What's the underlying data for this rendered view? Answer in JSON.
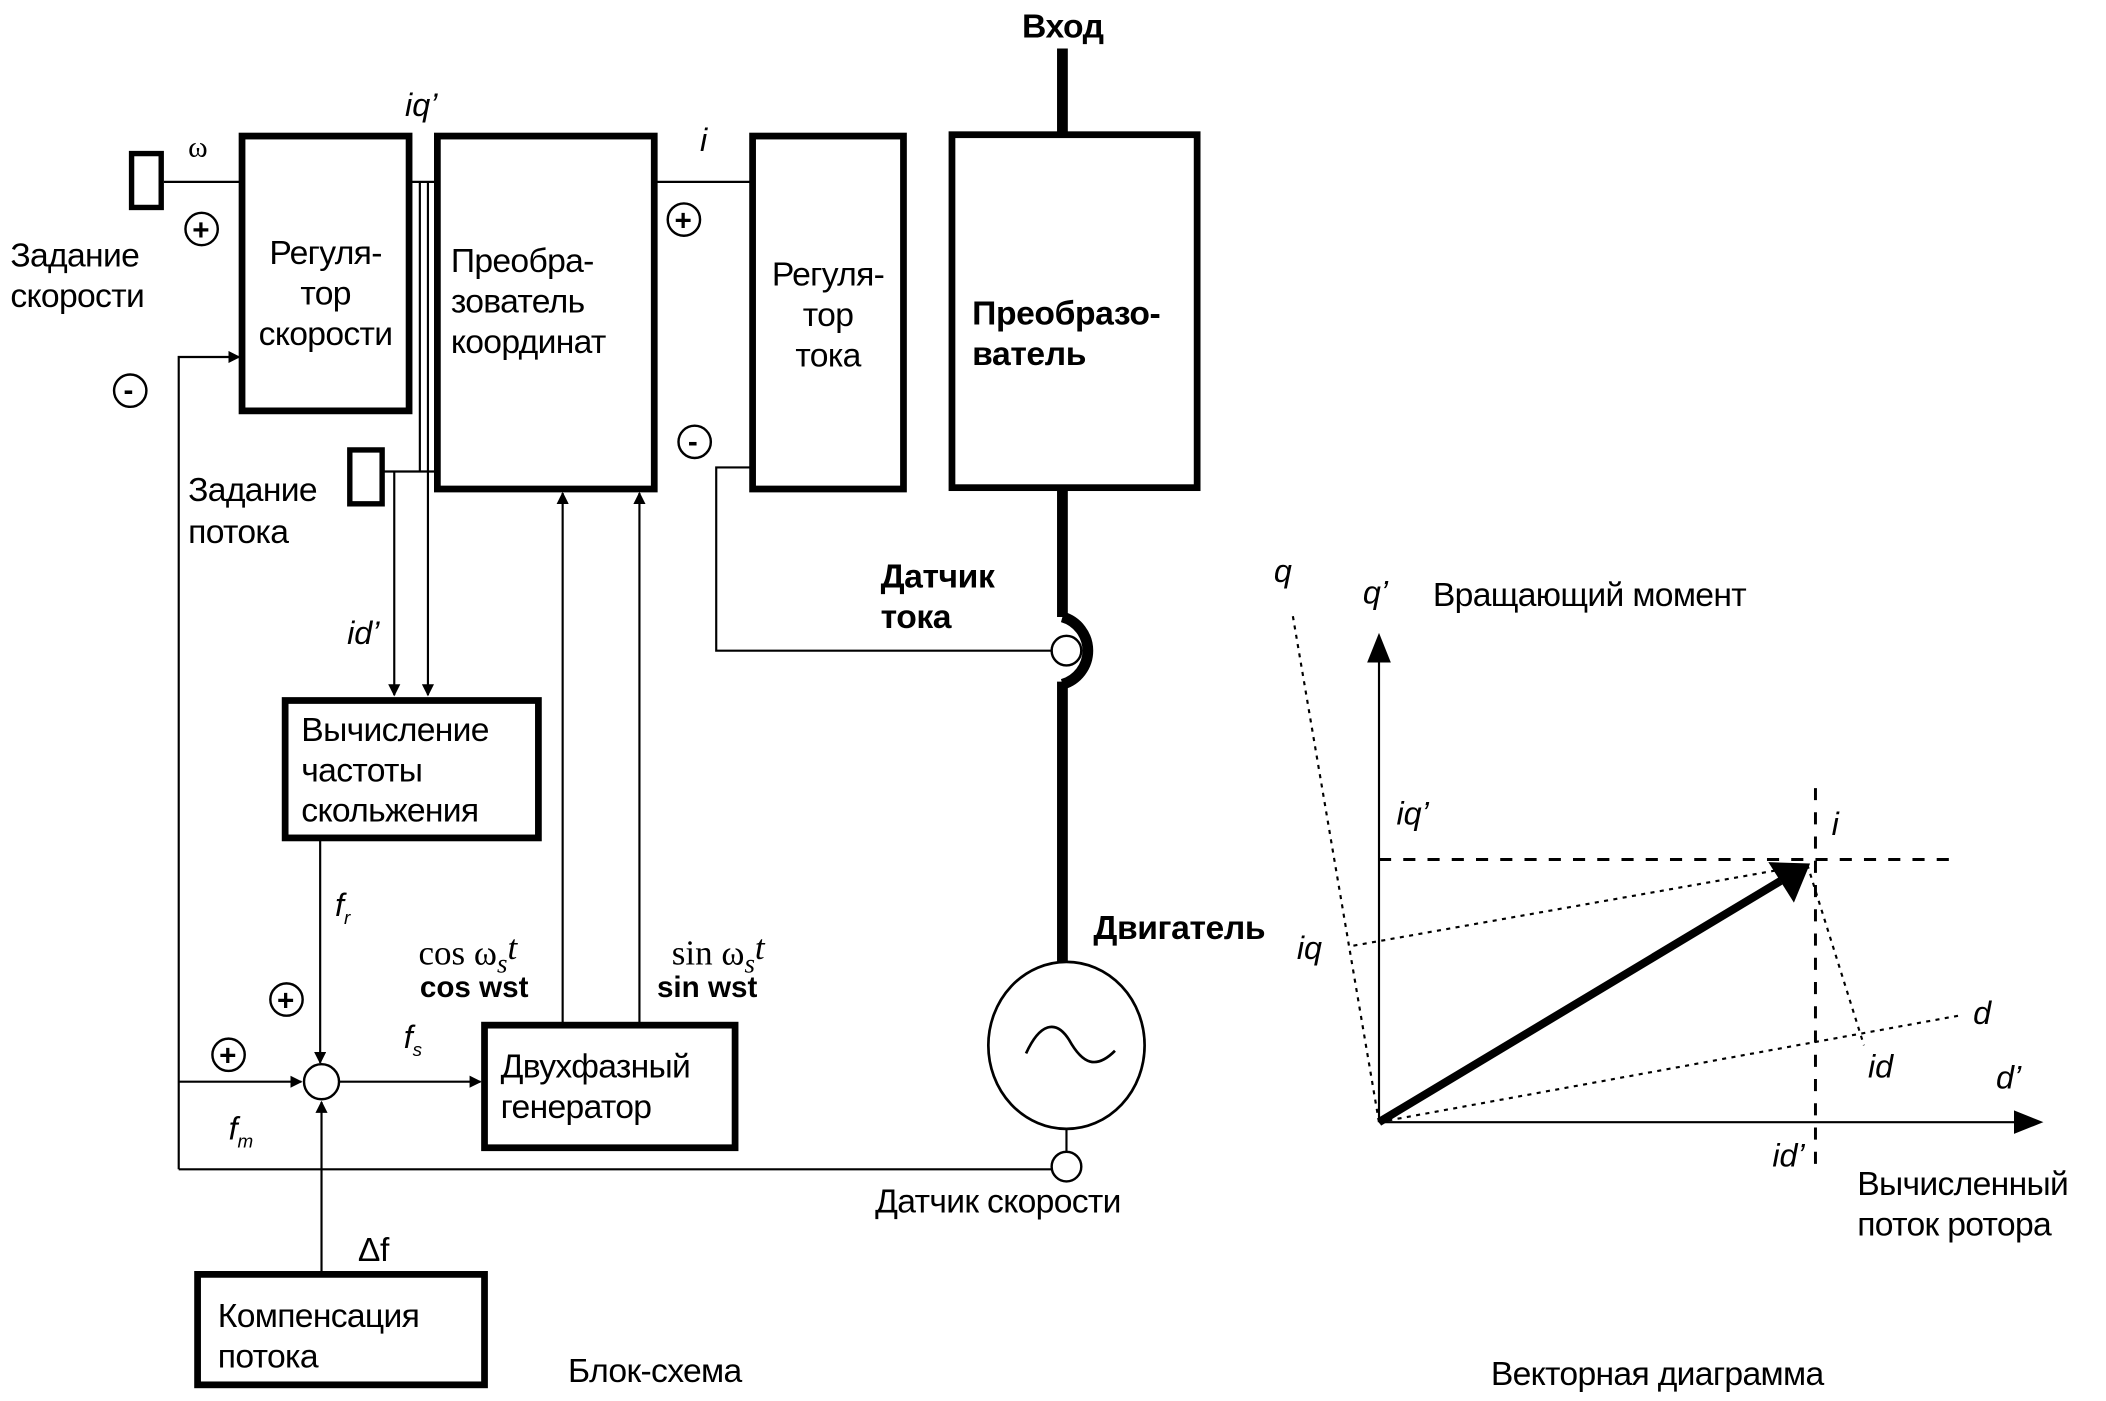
{
  "block_diagram": {
    "caption": "Блок-схема",
    "input_label": "Вход",
    "speed_setpoint": {
      "line1": "Задание",
      "line2": "скорости",
      "signal": "ω"
    },
    "flux_setpoint": {
      "line1": "Задание",
      "line2": "потока"
    },
    "speed_controller": {
      "line1": "Регуля-",
      "line2": "тор",
      "line3": "скорости"
    },
    "coordinate_converter": {
      "line1": "Преобра-",
      "line2": "зователь",
      "line3": "координат"
    },
    "current_controller": {
      "line1": "Регуля-",
      "line2": "тор",
      "line3": "тока"
    },
    "power_converter": {
      "line1": "Преобразо-",
      "line2": "ватель"
    },
    "slip_calc": {
      "line1": "Вычисление",
      "line2": "частоты",
      "line3": "скольжения"
    },
    "two_phase_gen": {
      "line1": "Двухфазный",
      "line2": "генератор"
    },
    "flux_comp": {
      "line1": "Компенсация",
      "line2": "потока"
    },
    "current_sensor": {
      "line1": "Датчик",
      "line2": "тока"
    },
    "speed_sensor": "Датчик скорости",
    "motor": "Двигатель",
    "signals": {
      "iq_ref": "iq’",
      "id_ref": "id’",
      "i": "i",
      "fr_main": "f",
      "fr_sub": "r",
      "fs_main": "f",
      "fs_sub": "s",
      "fm_main": "f",
      "fm_sub": "m",
      "delta_f": "Δf",
      "cos_a": "cos ω",
      "cos_sub": "s",
      "cos_t": "t",
      "sin_a": "sin ω",
      "sin_sub": "s",
      "sin_t": "t",
      "cos_ghost": "cos wst",
      "sin_ghost": "sin wst"
    },
    "signs": {
      "plus": "+",
      "minus": "-"
    }
  },
  "vector_diagram": {
    "caption": "Векторная диаграмма",
    "q_prime_axis": "q’",
    "d_prime_axis": "d’",
    "q_axis": "q",
    "d_axis": "d",
    "torque_label": "Вращающий момент",
    "flux_label_line1": "Вычисленный",
    "flux_label_line2": "поток ротора",
    "iq_prime": "iq’",
    "id_prime": "id’",
    "iq": "iq",
    "id": "id",
    "i": "i"
  }
}
